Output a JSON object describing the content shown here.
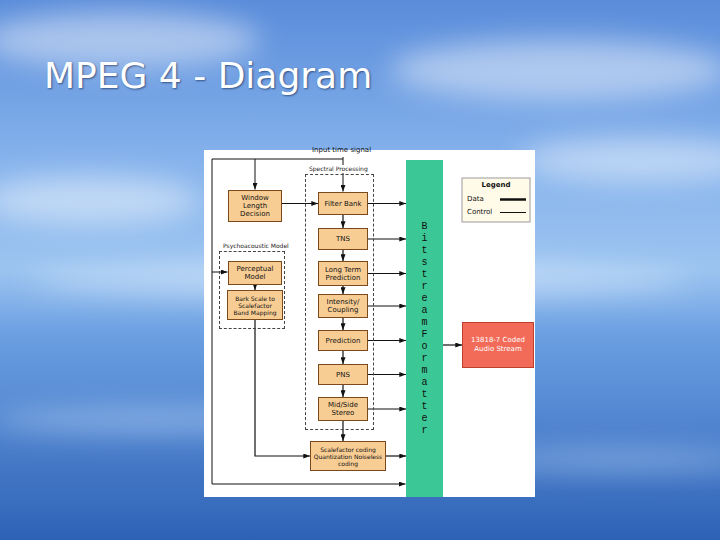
{
  "diagram": {
    "title": "MPEG 4 - Diagram",
    "nodes": [
      {
        "text": [
          "Spectral Processing"
        ]
      },
      {
        "text": [
          "Window Length Decision"
        ]
      },
      {
        "text": [
          "Filter Bank"
        ],
        "in": 0
      },
      {
        "text": [
          "TNS"
        ],
        "in": 0
      },
      {
        "text": [
          "Psychoacoustic Model"
        ]
      },
      {
        "text": [
          "Perceptual Model"
        ],
        "in": 4
      },
      {
        "text": [
          "Bark Scale to Scalefactor Band Mapping"
        ],
        "in": 4
      },
      {
        "text": [
          "Long Term Prediction"
        ],
        "in": 0
      },
      {
        "text": [
          "Intensity/ Coupling"
        ],
        "in": 0
      },
      {
        "text": [
          "Prediction"
        ],
        "in": 0
      },
      {
        "text": [
          "PNS"
        ],
        "in": 0
      },
      {
        "text": [
          "Mid/Side Stereo"
        ],
        "in": 0
      },
      {
        "text": [
          "Scalefactor coding Quantization Noiseless coding"
        ]
      },
      {
        "text": [
          "Bitstream Formatter"
        ]
      },
      {
        "text": [
          "13818-7 Coded Audio Stream"
        ]
      }
    ],
    "edges": [
      {
        "from": 1,
        "to": 2,
        "arrow": "to"
      },
      {
        "from": 2,
        "to": 3,
        "arrow": "to"
      },
      {
        "from": 3,
        "to": 7,
        "arrow": "to"
      },
      {
        "from": 7,
        "to": 8,
        "arrow": "to"
      },
      {
        "from": 8,
        "to": 9,
        "arrow": "to"
      },
      {
        "from": 9,
        "to": 10,
        "arrow": "to"
      },
      {
        "from": 10,
        "to": 11,
        "arrow": "to"
      },
      {
        "from": 11,
        "to": 12,
        "arrow": "to"
      },
      {
        "from": 5,
        "to": 6,
        "arrow": "to"
      },
      {
        "from": 6,
        "to": 12,
        "arrow": "to"
      },
      {
        "from": 2,
        "to": 13,
        "arrow": "to"
      },
      {
        "from": 3,
        "to": 13,
        "arrow": "to"
      },
      {
        "from": 7,
        "to": 13,
        "arrow": "to"
      },
      {
        "from": 8,
        "to": 13,
        "arrow": "to"
      },
      {
        "from": 9,
        "to": 13,
        "arrow": "to"
      },
      {
        "from": 10,
        "to": 13,
        "arrow": "to"
      },
      {
        "from": 11,
        "to": 13,
        "arrow": "to"
      },
      {
        "from": 12,
        "to": 13,
        "arrow": "to"
      },
      {
        "from": 13,
        "to": 14,
        "arrow": "to"
      }
    ],
    "labels": [
      "Input time signal",
      "Legend"
    ],
    "legend": [
      {
        "text": "Data"
      },
      {
        "text": "Control"
      }
    ]
  }
}
